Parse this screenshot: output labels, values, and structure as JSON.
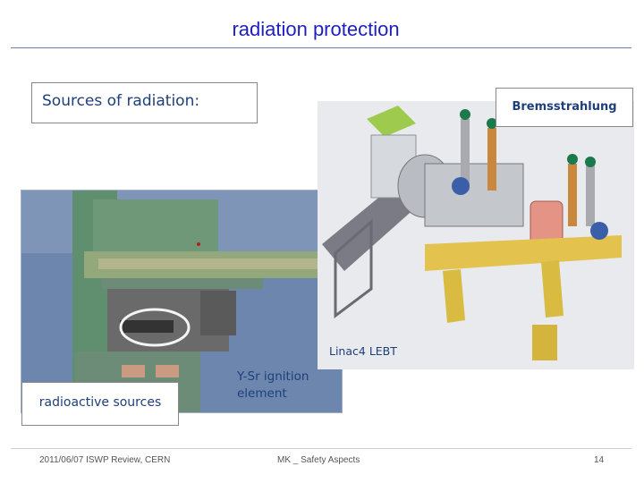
{
  "slide": {
    "title": "radiation protection",
    "labels": {
      "sources": "Sources of radiation:",
      "bremsstrahlung": "Bremsstrahlung",
      "radioactive_sources": "radioactive sources"
    },
    "captions": {
      "linac": "Linac4 LEBT",
      "ysr_line1": "Y-Sr ignition",
      "ysr_line2": "element"
    },
    "footer": {
      "left": "2011/06/07   ISWP Review, CERN",
      "center": "MK _ Safety Aspects",
      "page": "14"
    }
  }
}
